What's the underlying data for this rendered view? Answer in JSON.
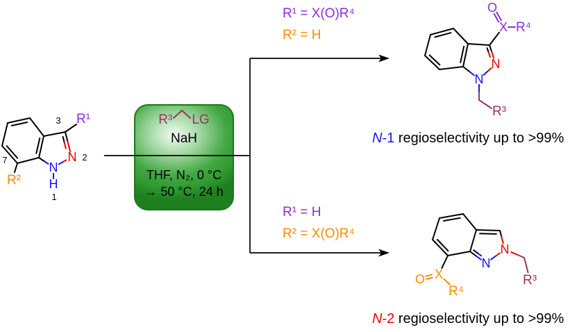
{
  "scheme": {
    "reactant": {
      "r1": "R¹",
      "r2": "R²",
      "n1": "N",
      "n2": "N",
      "h": "H",
      "locants": {
        "c3": "3",
        "n2": "2",
        "c7": "7",
        "n1": "1"
      }
    },
    "reagent_box": {
      "r3": "R³",
      "lg": "LG",
      "base": "NaH",
      "conditions_line1": "THF, N₂, 0 °C",
      "conditions_line2": "→ 50 °C, 24 h"
    },
    "top_branch": {
      "cond1": "R¹ = X(O)R⁴",
      "cond2": "R² = H",
      "product": {
        "o": "O",
        "x": "X",
        "r4": "R⁴",
        "n2": "N",
        "n1": "N",
        "r3": "R³"
      },
      "result_n": "N",
      "result_pos": "-1",
      "result_text": " regioselectivity up to >99%"
    },
    "bottom_branch": {
      "cond1": "R¹ = H",
      "cond2": "R² = X(O)R⁴",
      "product": {
        "o": "O",
        "x": "X",
        "r4": "R⁴",
        "n2": "N",
        "n1": "N",
        "r3": "R³"
      },
      "result_n": "N",
      "result_pos": "-2",
      "result_text": " regioselectivity up to >99%"
    },
    "colors": {
      "r1_purple": "#8b2be2",
      "r2_orange": "#ff8c00",
      "n1_blue": "#1414ff",
      "n2_red": "#f00000",
      "benzylic_maroon": "#993366",
      "box_green": "#2f9a2f"
    }
  }
}
